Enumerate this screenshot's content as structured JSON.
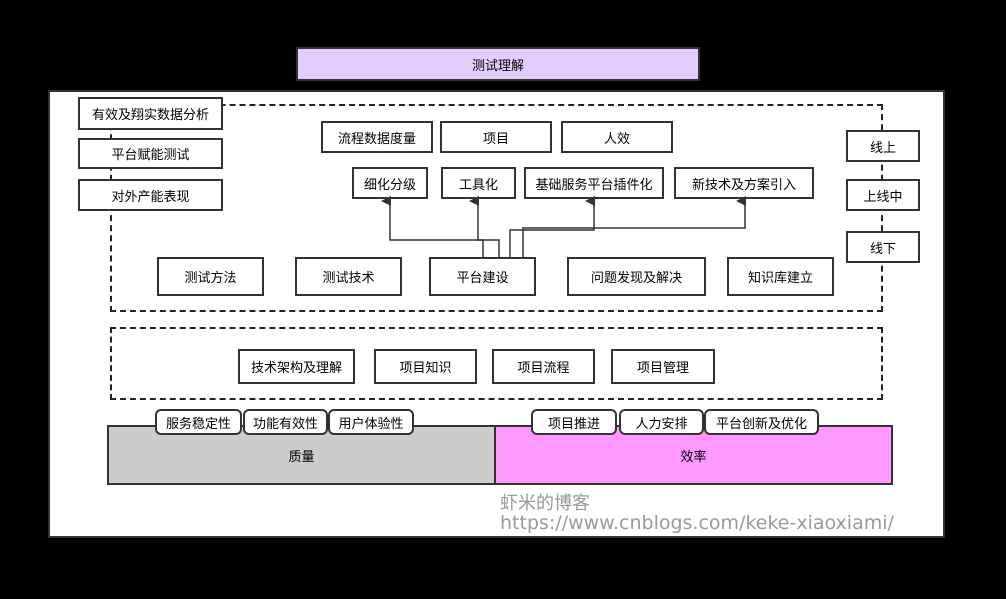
{
  "title": "测试理解",
  "left_items": [
    "有效及翔实数据分析",
    "平台赋能测试",
    "对外产能表现"
  ],
  "right_items": [
    "线上",
    "上线中",
    "线下"
  ],
  "top_row": [
    "流程数据度量",
    "项目",
    "人效"
  ],
  "platform_outputs": [
    "细化分级",
    "工具化",
    "基础服务平台插件化",
    "新技术及方案引入"
  ],
  "core_row": [
    "测试方法",
    "测试技术",
    "平台建设",
    "问题发现及解决",
    "知识库建立"
  ],
  "knowledge_row": [
    "技术架构及理解",
    "项目知识",
    "项目流程",
    "项目管理"
  ],
  "quality": {
    "label": "质量",
    "color": "#cccccc",
    "tags": [
      "服务稳定性",
      "功能有效性",
      "用户体验性"
    ]
  },
  "efficiency": {
    "label": "效率",
    "color": "#ff99ff",
    "tags": [
      "项目推进",
      "人力安排",
      "平台创新及优化"
    ]
  },
  "title_color": "#e5ccff",
  "watermark": {
    "name": "虾米的博客",
    "url": "https://www.cnblogs.com/keke-xiaoxiami/"
  }
}
